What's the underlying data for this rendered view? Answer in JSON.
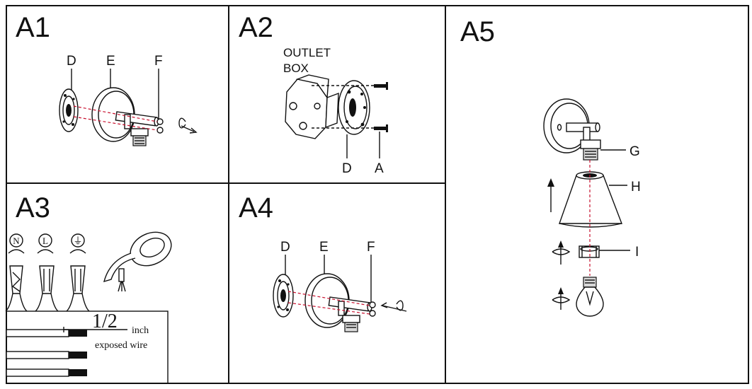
{
  "panels": {
    "a1": {
      "title": "A1",
      "labels": [
        "D",
        "E",
        "F"
      ]
    },
    "a2": {
      "title": "A2",
      "outlet_line1": "OUTLET",
      "outlet_line2": "BOX",
      "labels": [
        "D",
        "A"
      ]
    },
    "a3": {
      "title": "A3",
      "symbols": [
        "N",
        "L",
        "⏚"
      ],
      "fraction": "1/2",
      "unit": "inch",
      "caption": "exposed wire"
    },
    "a4": {
      "title": "A4",
      "labels": [
        "D",
        "E",
        "F"
      ]
    },
    "a5": {
      "title": "A5",
      "labels": [
        "G",
        "H",
        "I"
      ]
    }
  },
  "colors": {
    "line": "#111111",
    "dashed_guide": "#c8102e",
    "background": "#ffffff"
  }
}
